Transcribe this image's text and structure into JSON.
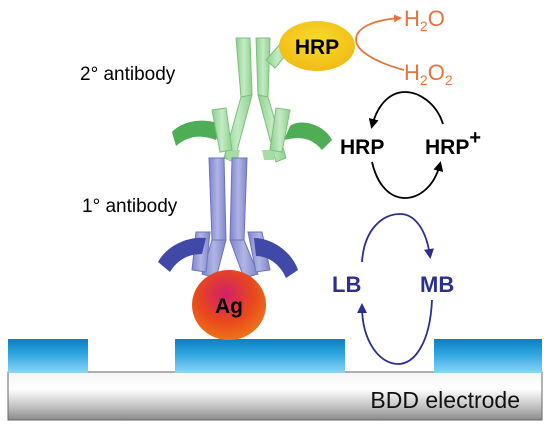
{
  "labels": {
    "secondary_antibody": "2° antibody",
    "primary_antibody": "1° antibody",
    "hrp_enzyme": "HRP",
    "antigen": "Ag",
    "water_prefix": "H",
    "water_sub": "2",
    "water_suffix": "O",
    "peroxide_prefix": "H",
    "peroxide_sub1": "2",
    "peroxide_mid": "O",
    "peroxide_sub2": "2",
    "hrp_reduced": "HRP",
    "hrp_oxidized": "HRP",
    "hrp_oxidized_charge": "+",
    "lb": "LB",
    "mb": "MB",
    "electrode": "BDD electrode"
  },
  "colors": {
    "secondary_antibody": "#9ad79a",
    "primary_antibody": "#8a8fd0",
    "hrp_fill": "#f3c21b",
    "antigen_fill": "#e8481c",
    "peroxide_text": "#e8743c",
    "cycle_black": "#000000",
    "cycle_blue": "#2b2f8f",
    "electrode_blue": "#1a90cf"
  }
}
